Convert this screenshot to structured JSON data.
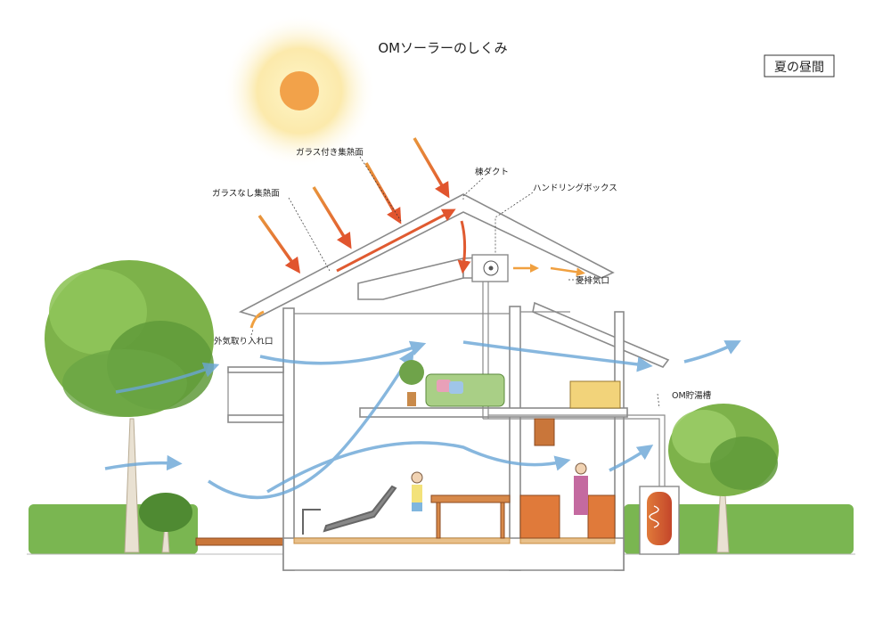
{
  "title": "OMソーラーのしくみ",
  "badge": "夏の昼間",
  "labels": {
    "glass_collector": "ガラス付き集熱面",
    "no_glass_collector": "ガラスなし集熱面",
    "ridge_duct": "棟ダクト",
    "handling_box": "ハンドリングボックス",
    "summer_exhaust": "夏排気口",
    "air_intake": "外気取り入れ口",
    "hot_water_tank": "OM貯湯槽"
  },
  "colors": {
    "sun": "#f2a24a",
    "sun_glow": "#fbe9a6",
    "heat_arrow": "#e87a3c",
    "air_flow": "#6aa6d6",
    "tree": "#7db24a",
    "hedge": "#6fae4a",
    "tank": "#d2602b",
    "sofa": "#a9cf86"
  },
  "icons": [
    "sun-icon",
    "fan-icon",
    "tree-icon",
    "hedge-icon"
  ]
}
